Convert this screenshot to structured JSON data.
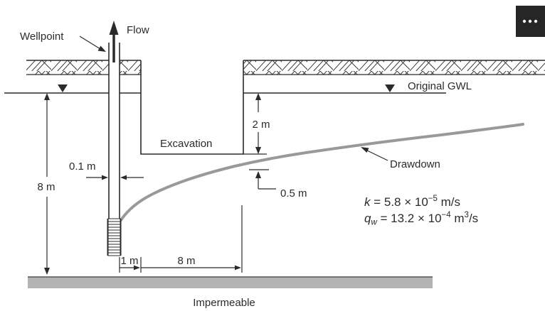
{
  "labels": {
    "wellpoint": "Wellpoint",
    "flow": "Flow",
    "original_gwl": "Original GWL",
    "excavation": "Excavation",
    "drawdown": "Drawdown",
    "impermeable": "Impermeable"
  },
  "dimensions": {
    "well_depth": "8 m",
    "pipe_diameter": "0.1 m",
    "excavation_depth": "2 m",
    "drawdown_clearance": "0.5 m",
    "well_offset": "1 m",
    "excavation_width": "8 m"
  },
  "equations": {
    "k_var": "k",
    "k_body": " = 5.8 × 10",
    "k_exp": "−5",
    "k_unit": " m/s",
    "q_var": "q",
    "q_sub": "w",
    "q_body": " = 13.2 × 10",
    "q_exp": "−4",
    "q_unit_base": " m",
    "q_unit_exp": "3",
    "q_unit_rest": "/s"
  },
  "colors": {
    "line": "#2b2b2b",
    "drawdown_curve": "#999999",
    "impermeable_fill": "#b3b3b3",
    "impermeable_edge": "#555555",
    "menu_background": "#262626",
    "menu_dots": "#f2f2f2"
  }
}
